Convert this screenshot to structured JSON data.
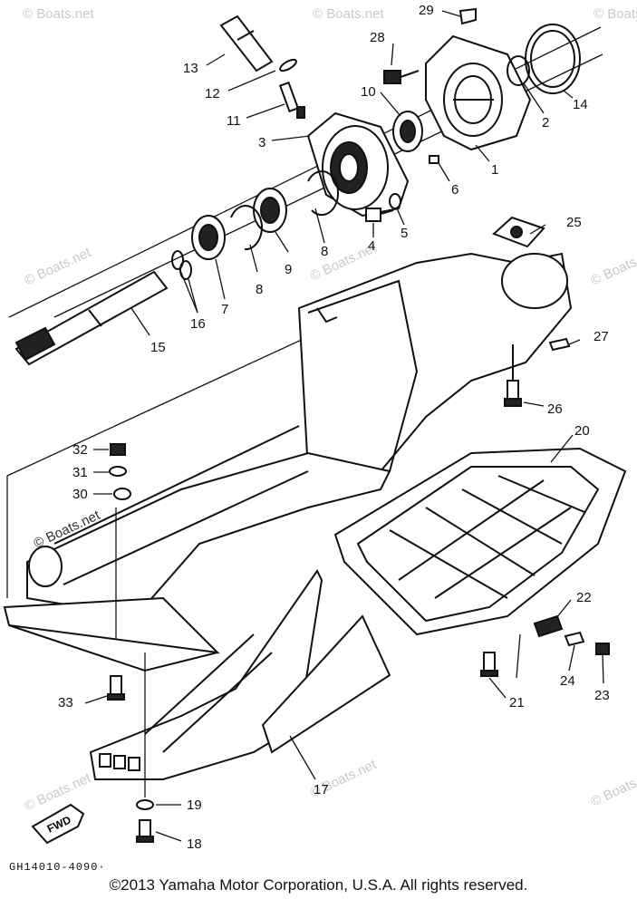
{
  "diagram": {
    "callouts": [
      {
        "id": "1",
        "label": "1"
      },
      {
        "id": "2",
        "label": "2"
      },
      {
        "id": "3",
        "label": "3"
      },
      {
        "id": "4",
        "label": "4"
      },
      {
        "id": "5",
        "label": "5"
      },
      {
        "id": "6",
        "label": "6"
      },
      {
        "id": "7",
        "label": "7"
      },
      {
        "id": "8a",
        "label": "8"
      },
      {
        "id": "8b",
        "label": "8"
      },
      {
        "id": "9",
        "label": "9"
      },
      {
        "id": "10",
        "label": "10"
      },
      {
        "id": "11",
        "label": "11"
      },
      {
        "id": "12",
        "label": "12"
      },
      {
        "id": "13",
        "label": "13"
      },
      {
        "id": "14",
        "label": "14"
      },
      {
        "id": "15",
        "label": "15"
      },
      {
        "id": "16",
        "label": "16"
      },
      {
        "id": "17",
        "label": "17"
      },
      {
        "id": "18",
        "label": "18"
      },
      {
        "id": "19",
        "label": "19"
      },
      {
        "id": "20",
        "label": "20"
      },
      {
        "id": "21",
        "label": "21"
      },
      {
        "id": "22",
        "label": "22"
      },
      {
        "id": "23",
        "label": "23"
      },
      {
        "id": "24",
        "label": "24"
      },
      {
        "id": "25",
        "label": "25"
      },
      {
        "id": "26",
        "label": "26"
      },
      {
        "id": "27",
        "label": "27"
      },
      {
        "id": "28",
        "label": "28"
      },
      {
        "id": "29",
        "label": "29"
      },
      {
        "id": "30",
        "label": "30"
      },
      {
        "id": "31",
        "label": "31"
      },
      {
        "id": "32",
        "label": "32"
      },
      {
        "id": "33",
        "label": "33"
      }
    ],
    "watermark": "© Boats.net",
    "fwd_label": "FWD",
    "drawing_code": "GH14010-4090·"
  },
  "footer": {
    "copyright": "©2013 Yamaha Motor Corporation, U.S.A. All rights reserved."
  }
}
